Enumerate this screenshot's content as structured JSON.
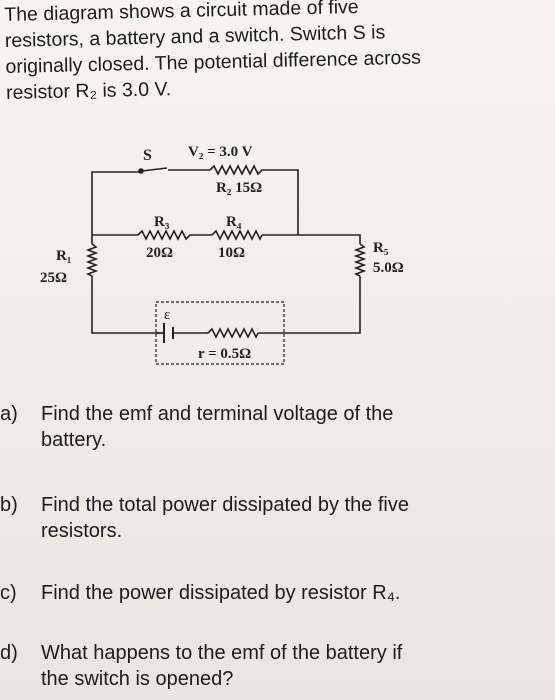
{
  "intro": {
    "lines": [
      "The diagram shows a circuit made of five",
      "resistors, a battery and a switch. Switch S is",
      "originally closed. The potential difference across",
      "resistor R₂ is 3.0 V."
    ]
  },
  "circuit": {
    "switch_label": "S",
    "v2_label": "V₂ = 3.0 V",
    "r2_label": "R₂ 15Ω",
    "r3_label": "R₃",
    "r4_label": "R₄",
    "r3_value": "20Ω",
    "r4_value": "10Ω",
    "r1_label": "R₁",
    "r1_value": "25Ω",
    "r5_label": "R₅",
    "r5_value": "5.0Ω",
    "emf_label": "ε",
    "internal_r_label": "r = 0.5Ω"
  },
  "questions": [
    {
      "mark": "a)",
      "lines": [
        "Find the emf and terminal voltage of the",
        "battery."
      ]
    },
    {
      "mark": "b)",
      "lines": [
        "Find the total power dissipated by the five",
        "resistors."
      ]
    },
    {
      "mark": "c)",
      "lines": [
        "Find the power dissipated by resistor R₄."
      ]
    },
    {
      "mark": "d)",
      "lines": [
        "What happens to the emf of the battery if",
        "the switch is opened?"
      ]
    }
  ]
}
